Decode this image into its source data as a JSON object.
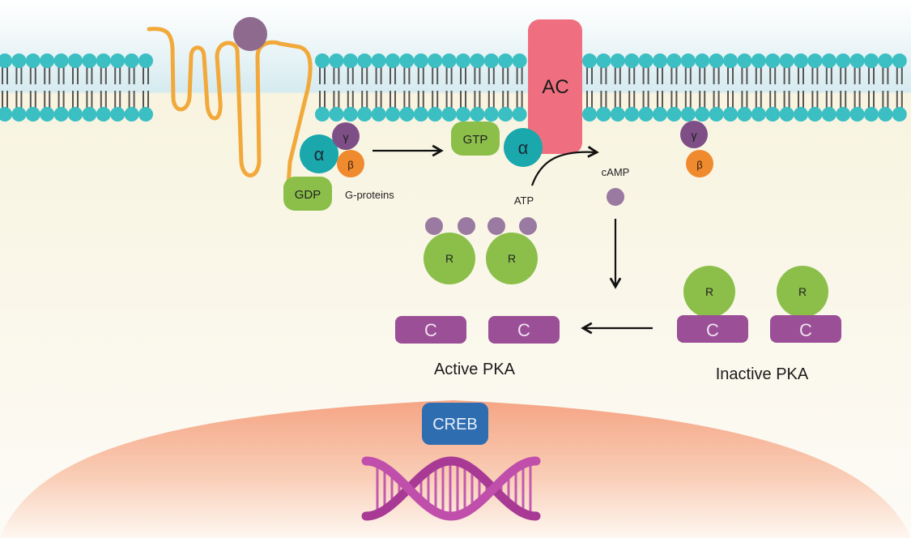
{
  "diagram": {
    "title": "cAMP / PKA / CREB signaling pathway",
    "colors": {
      "extracellular": "#dcedf1",
      "cytoplasm": "#f8f4e2",
      "lipid_head": "#3bbfc3",
      "lipid_tail": "#555555",
      "receptor": "#f2a93b",
      "ligand": "#8e6b8e",
      "alpha": "#1aa8ac",
      "gamma": "#7d4f86",
      "beta": "#f08a2e",
      "nucleotide": "#8bbf4a",
      "ac": "#ef6f80",
      "camp": "#9a7aa0",
      "regulatory": "#8bbf4a",
      "catalytic": "#9a4f96",
      "creb": "#2f6db1",
      "dna": "#b4449f",
      "nucleus": "#f4a07e"
    },
    "labels": {
      "alpha": "α",
      "gamma": "γ",
      "beta": "β",
      "gdp": "GDP",
      "gtp": "GTP",
      "g_proteins": "G-proteins",
      "ac": "AC",
      "atp": "ATP",
      "camp": "cAMP",
      "regulatory": "R",
      "catalytic": "C",
      "active_pka": "Active PKA",
      "inactive_pka": "Inactive PKA",
      "creb": "CREB"
    }
  }
}
